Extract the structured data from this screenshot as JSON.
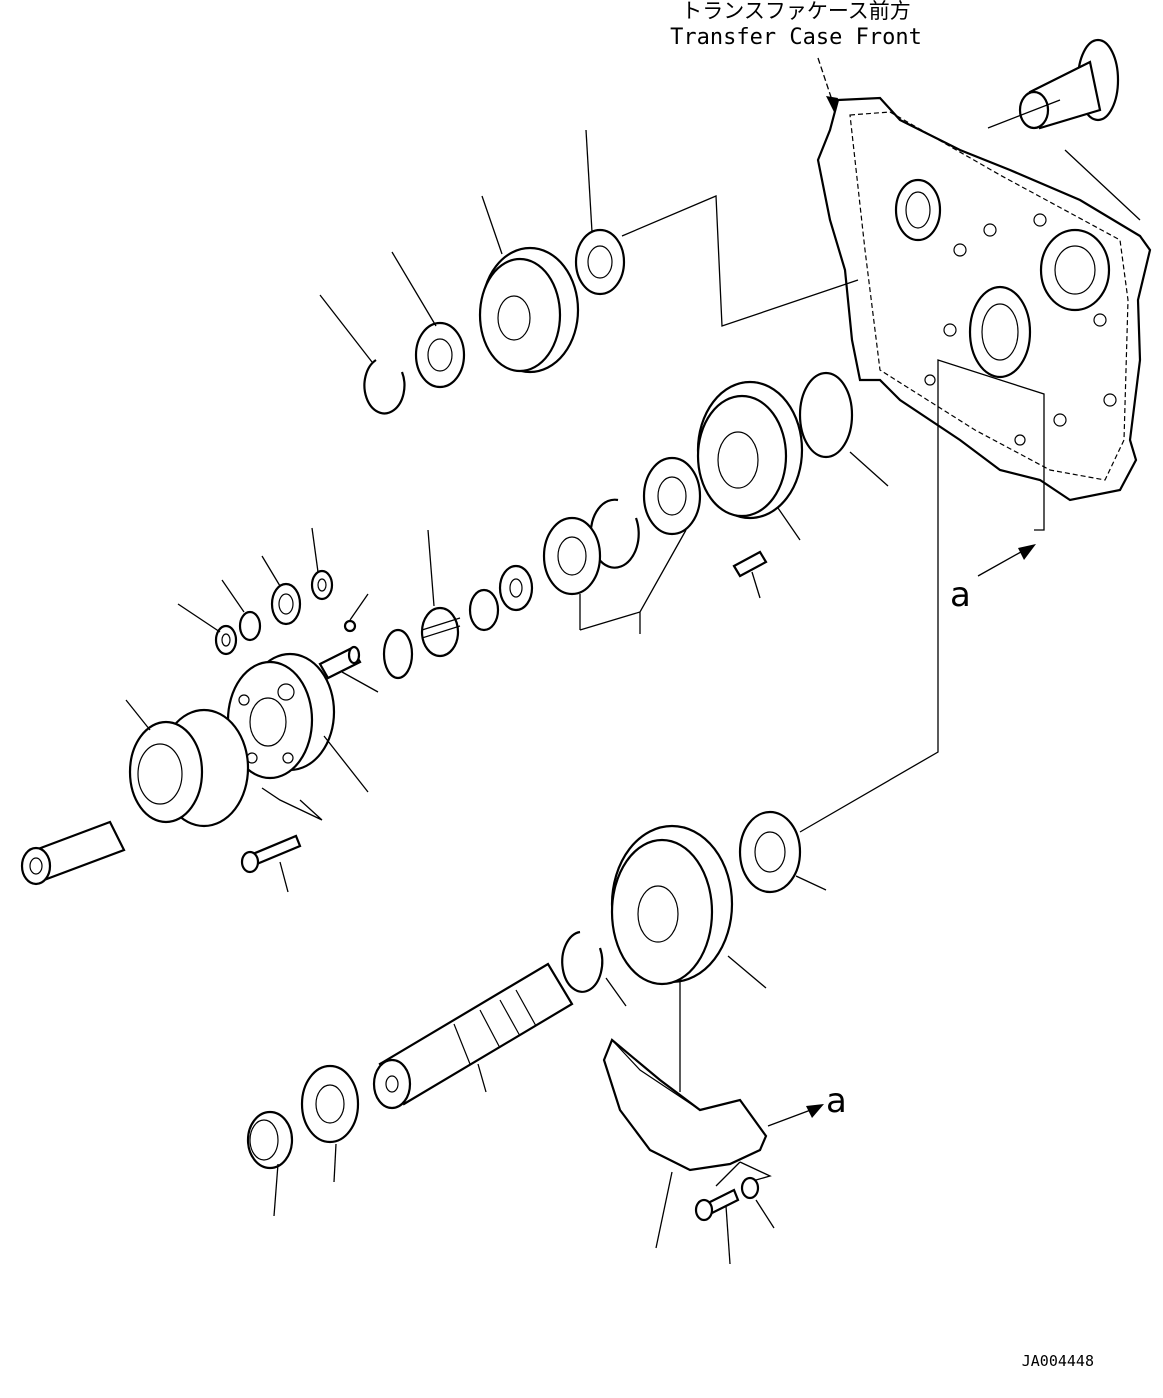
{
  "header": {
    "title_jp": "トランスファケース前方",
    "title_en": "Transfer Case Front"
  },
  "view_markers": {
    "upper": "a",
    "lower": "a"
  },
  "drawing_number": "JA004448"
}
